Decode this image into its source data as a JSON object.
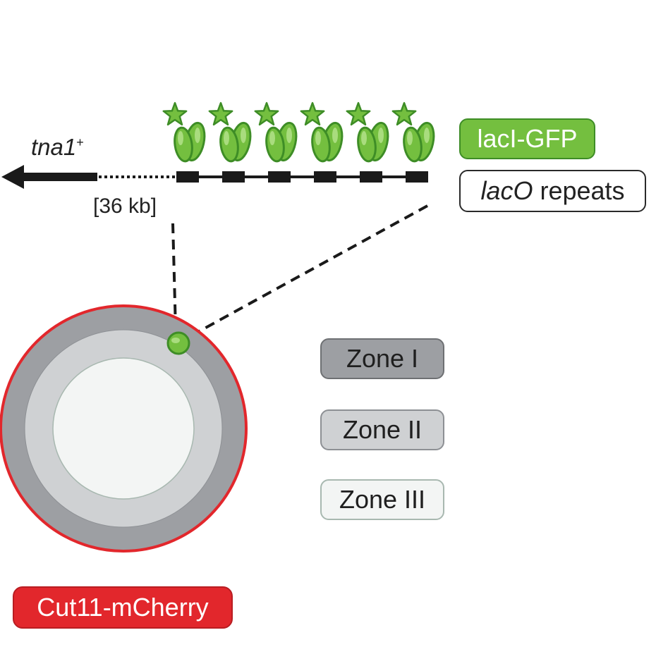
{
  "labels": {
    "gene_name": "tna1",
    "gene_superscript": "+",
    "distance": "[36 kb]",
    "repressor": "lacI-GFP",
    "operator_italic": "lacO",
    "operator_rest": " repeats",
    "zone_1": "Zone I",
    "zone_2": "Zone II",
    "zone_3": "Zone III",
    "envelope_marker": "Cut11-mCherry"
  },
  "repeat_count": 6,
  "colors": {
    "gfp_green": "#74bf3f",
    "gfp_dark": "#3e8d26",
    "mcherry_red": "#e2272c",
    "zone_1": "#9d9fa3",
    "zone_2": "#cfd1d3",
    "zone_3": "#f3f5f4",
    "dna_black": "#1a1a1a"
  }
}
